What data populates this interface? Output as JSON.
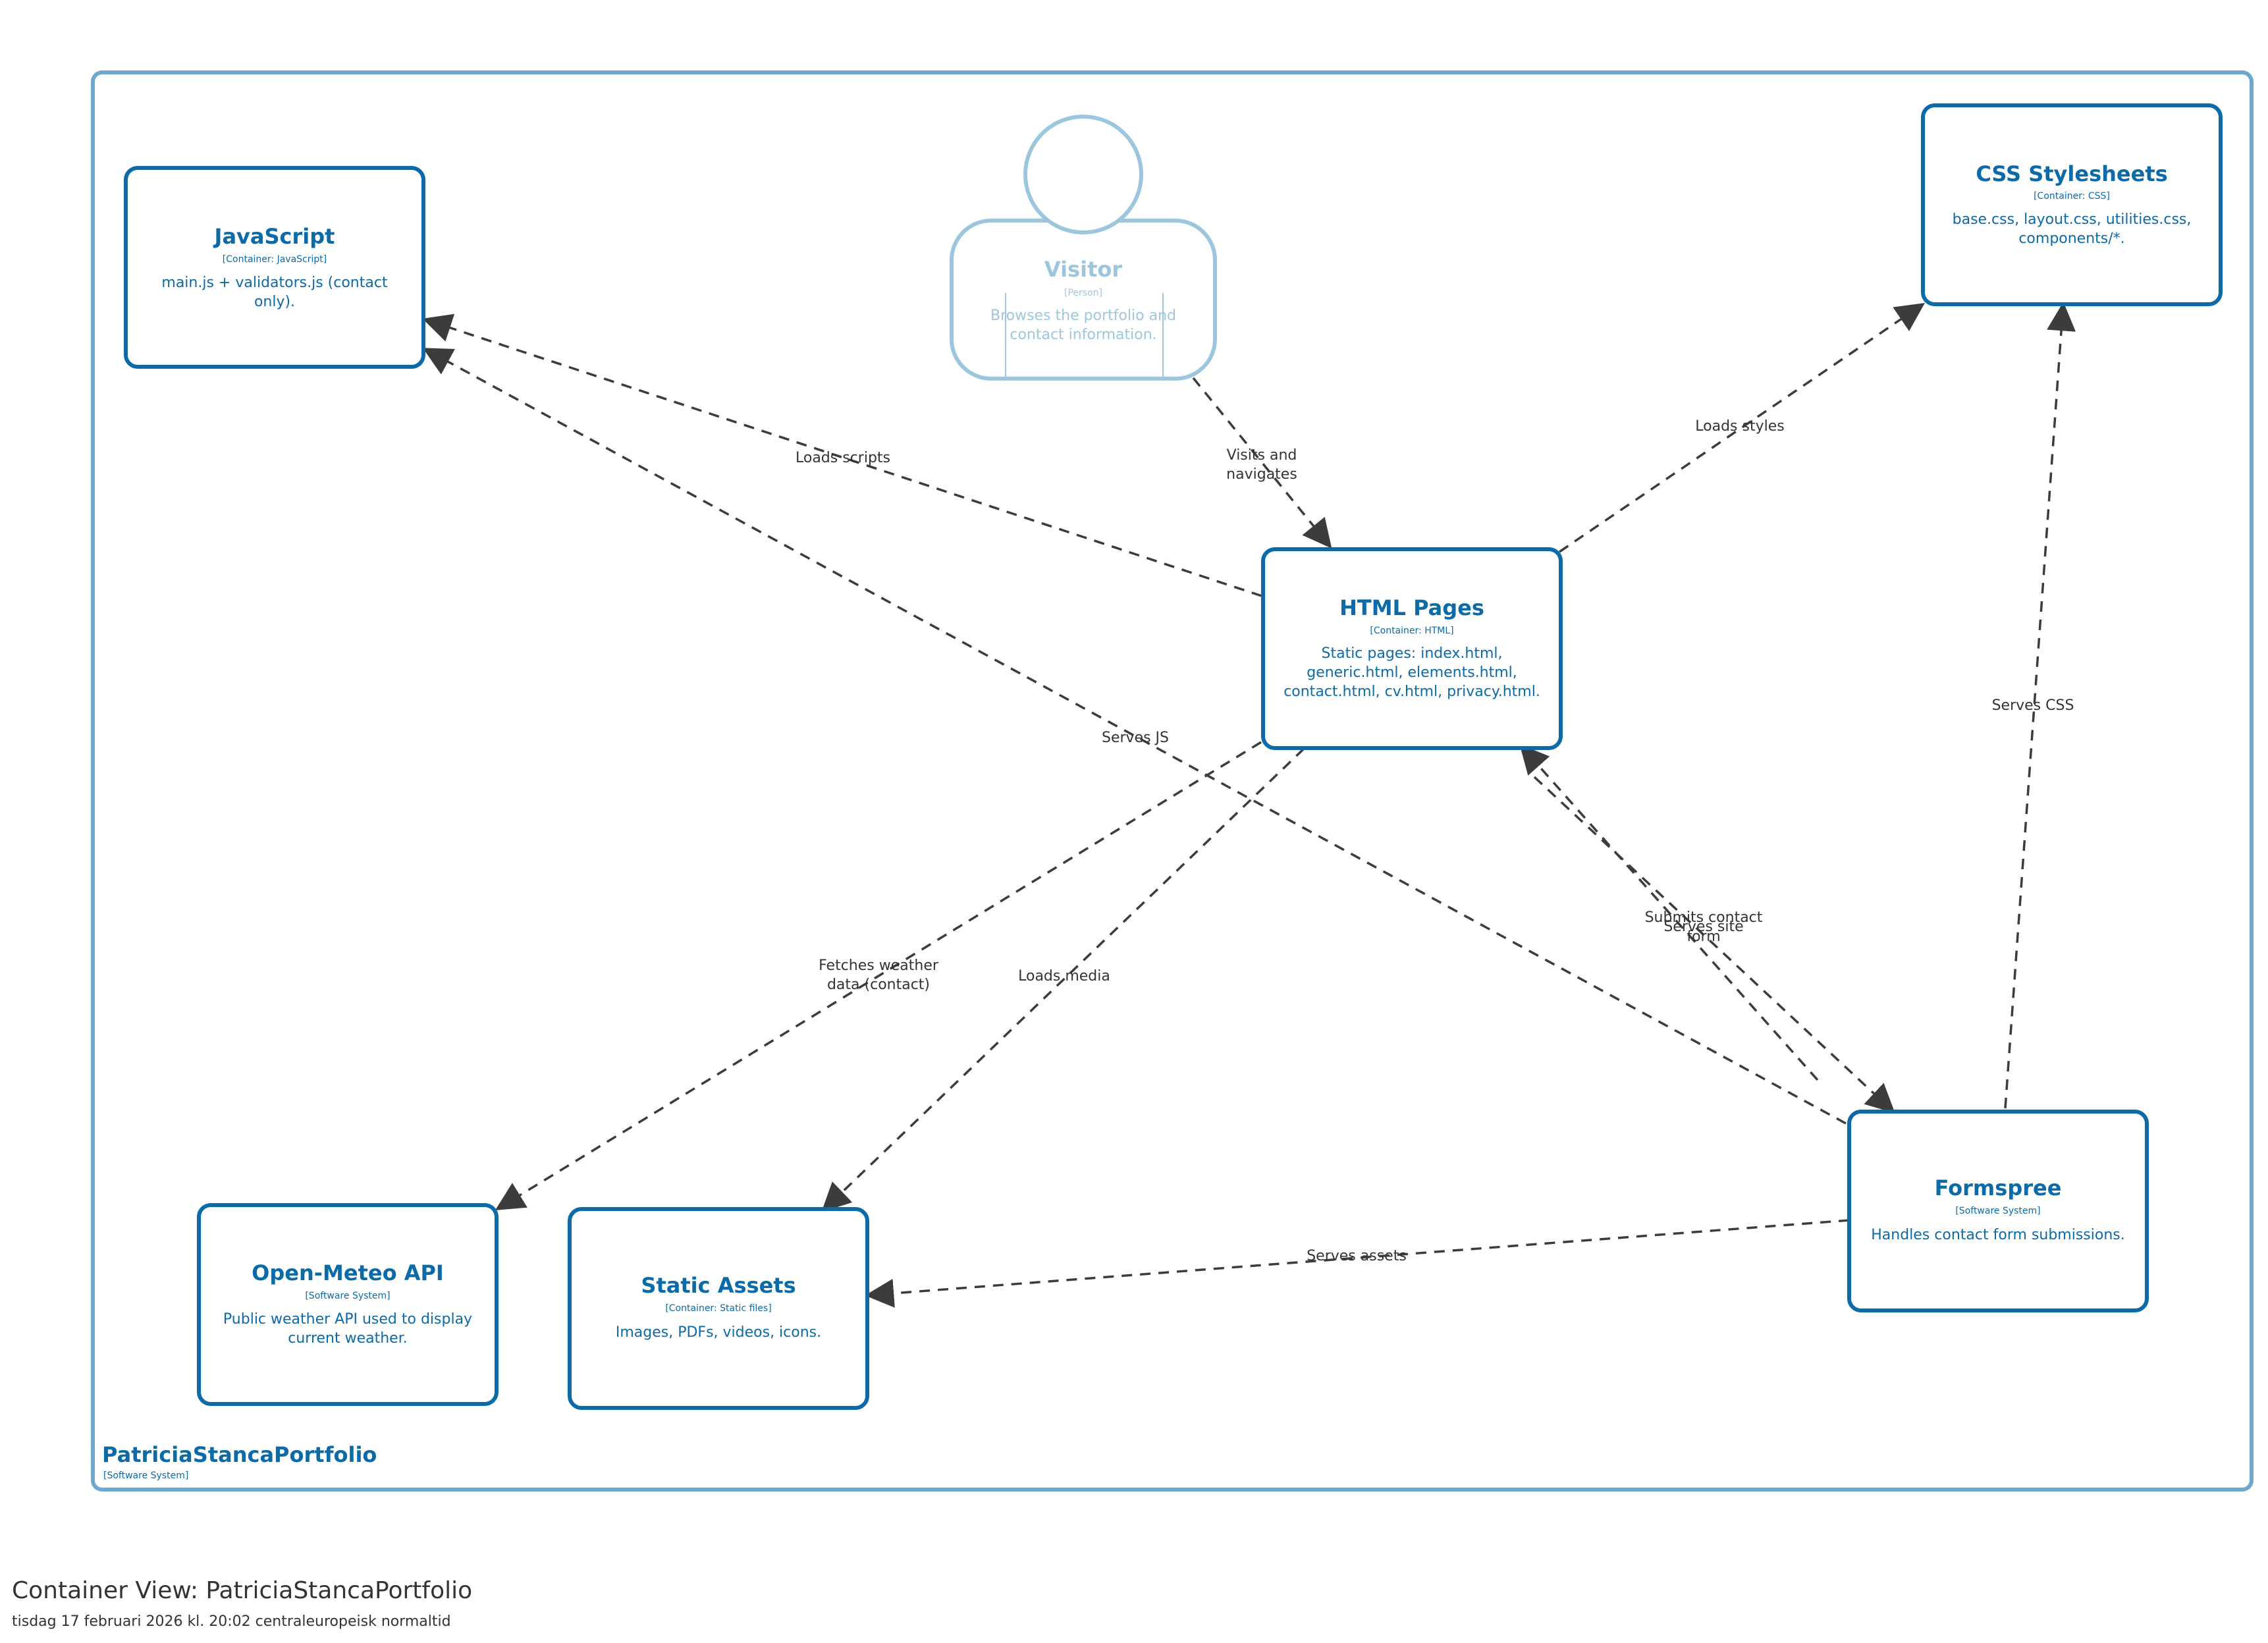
{
  "boundary": {
    "name": "PatriciaStancaPortfolio",
    "tech": "[Software System]"
  },
  "nodes": {
    "javascript": {
      "title": "JavaScript",
      "tech": "[Container: JavaScript]",
      "desc": [
        "main.js + validators.js (contact",
        "only)."
      ]
    },
    "visitor": {
      "title": "Visitor",
      "tech": "[Person]",
      "desc": [
        "Browses the portfolio and",
        "contact information."
      ]
    },
    "css": {
      "title": "CSS Stylesheets",
      "tech": "[Container: CSS]",
      "desc": [
        "base.css, layout.css, utilities.css,",
        "components/*."
      ]
    },
    "html": {
      "title": "HTML Pages",
      "tech": "[Container: HTML]",
      "desc": [
        "Static pages: index.html,",
        "generic.html, elements.html,",
        "contact.html, cv.html, privacy.html."
      ]
    },
    "openmeteo": {
      "title": "Open-Meteo API",
      "tech": "[Software System]",
      "desc": [
        "Public weather API used to display",
        "current weather."
      ]
    },
    "assets": {
      "title": "Static Assets",
      "tech": "[Container: Static files]",
      "desc": [
        "Images, PDFs, videos, icons."
      ]
    },
    "formspree": {
      "title": "Formspree",
      "tech": "[Software System]",
      "desc": [
        "Handles contact form submissions."
      ]
    }
  },
  "relationships": {
    "loads_scripts": [
      "Loads scripts"
    ],
    "visits": [
      "Visits and",
      "navigates"
    ],
    "loads_styles": [
      "Loads styles"
    ],
    "serves_js": [
      "Serves JS"
    ],
    "serves_css": [
      "Serves CSS"
    ],
    "fetches_weather": [
      "Fetches weather",
      "data (contact)"
    ],
    "loads_media": [
      "Loads media"
    ],
    "submits_form": [
      "Submits contact",
      "form"
    ],
    "serves_site": [
      "Serves site"
    ],
    "serves_assets": [
      "Serves assets"
    ]
  },
  "colors": {
    "container_border": "#0b6aa8",
    "person_border": "#9cc6de",
    "boundary_border": "#6fa8cf",
    "edge": "#3c3c3c"
  },
  "footer": {
    "title": "Container View: PatriciaStancaPortfolio",
    "subtitle": "tisdag 17 februari 2026 kl. 20:02 centraleuropeisk normaltid"
  }
}
